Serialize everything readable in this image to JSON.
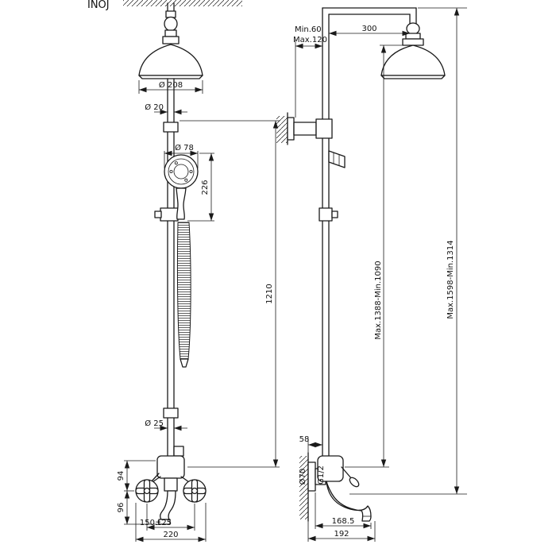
{
  "page": {
    "background": "#ffffff",
    "line_color": "#1a1a1a",
    "description": "Technical dimensional drawing of a wall-mounted shower column with handshower, front view and side view"
  },
  "watermark": {
    "top_left_partial": "INOJ"
  },
  "front_view": {
    "dims": {
      "head_diameter": "Ø 208",
      "upper_pipe_diameter": "Ø 20",
      "handshower_diameter": "Ø 78",
      "handshower_length": "226",
      "column_length": "1210",
      "lower_pipe_diameter": "Ø 25",
      "valve_to_unions": "94",
      "unions_to_spout": "96",
      "union_spacing": "150±25",
      "overall_width": "220"
    }
  },
  "side_view": {
    "dims": {
      "wall_distance_min": "Min.60",
      "wall_distance_max": "Max.120",
      "arm_projection": "300",
      "head_height_range": "Max.1388-Min.1090",
      "overall_height_range": "Max.1598-Min.1314",
      "lower_offset": "58",
      "escutcheon_diameter": "Ø70",
      "connection_thread": "G1/2",
      "spout_projection": "168.5",
      "overall_projection": "192"
    }
  }
}
